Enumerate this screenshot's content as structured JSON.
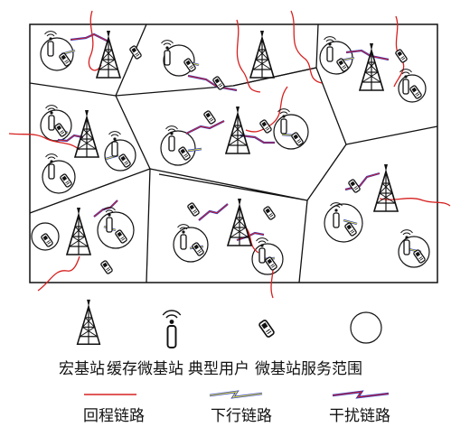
{
  "legend": {
    "macro_bs": "宏基站",
    "cache_micro_bs": "缓存微基站",
    "typical_user": "典型用户",
    "micro_coverage": "微基站服务范围",
    "backhaul": "回程链路",
    "downlink": "下行链路",
    "interference": "干扰链路"
  },
  "colors": {
    "backhaul": "#d62020",
    "downlink_outer": "#2a3cc8",
    "downlink_inner": "#e8e23a",
    "interference_outer": "#2a3cc8",
    "interference_inner": "#d62020",
    "outline": "#111111"
  },
  "icons": {
    "macro_bs": "macro-tower-icon",
    "cache_micro_bs": "micro-antenna-icon",
    "typical_user": "phone-icon",
    "micro_coverage": "circle-icon"
  }
}
